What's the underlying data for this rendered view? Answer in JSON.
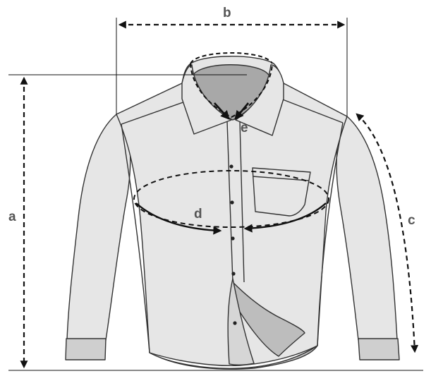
{
  "labels": {
    "a": "a",
    "b": "b",
    "c": "c",
    "d": "d",
    "e": "e"
  },
  "colors": {
    "shirt_fill": "#e6e6e6",
    "cuff_fill": "#cfcfcf",
    "collar_shadow": "#a8a8a8",
    "placket_shadow": "#bdbdbd",
    "outline": "#333333",
    "label_text": "#555555",
    "dimension_line": "#111111"
  }
}
